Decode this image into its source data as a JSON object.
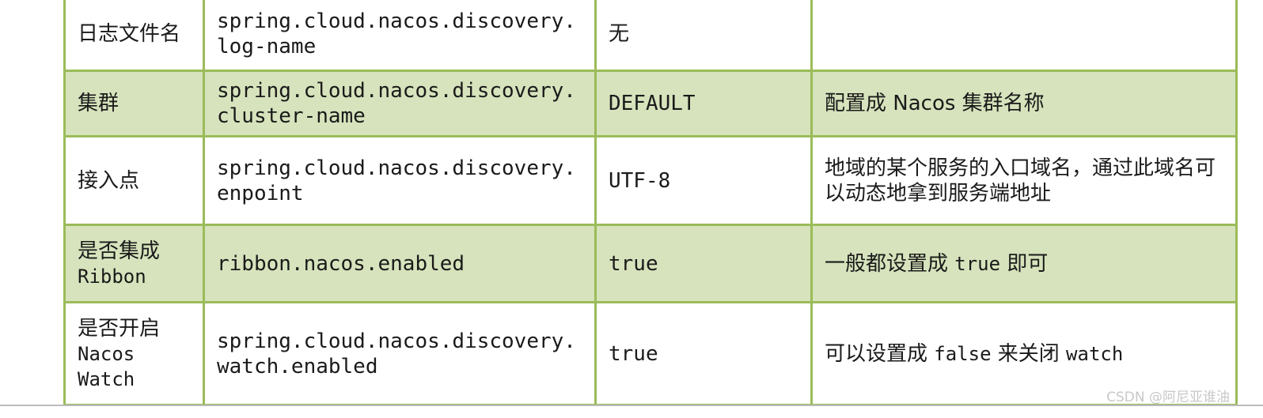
{
  "table": {
    "rows": [
      {
        "name": "日志文件名",
        "key": "spring.cloud.nacos.discovery.log-name",
        "default": "无",
        "desc": ""
      },
      {
        "name": "集群",
        "key": "spring.cloud.nacos.discovery.cluster-name",
        "default": "DEFAULT",
        "desc_pre": "配置成 ",
        "desc_code": "Nacos",
        "desc_post": " 集群名称"
      },
      {
        "name": "接入点",
        "key": "spring.cloud.nacos.discovery.enpoint",
        "default": "UTF-8",
        "desc": "地域的某个服务的入口域名，通过此域名可以动态地拿到服务端地址"
      },
      {
        "name": "是否集成",
        "name_code": "Ribbon",
        "key": "ribbon.nacos.enabled",
        "default": "true",
        "desc_pre": "一般都设置成 ",
        "desc_code": "true",
        "desc_post": " 即可"
      },
      {
        "name": "是否开启",
        "name_code_1": "Nacos",
        "name_code_2": "Watch",
        "key": "spring.cloud.nacos.discovery.watch.enabled",
        "default": "true",
        "desc_pre": "可以设置成 ",
        "desc_code": "false",
        "desc_mid": " 来关闭 ",
        "desc_code_2": "watch"
      }
    ],
    "colors": {
      "border": "#9bbb59",
      "alt_row": "#d6e3bc"
    }
  },
  "watermark": "CSDN @阿尼亚谁油"
}
